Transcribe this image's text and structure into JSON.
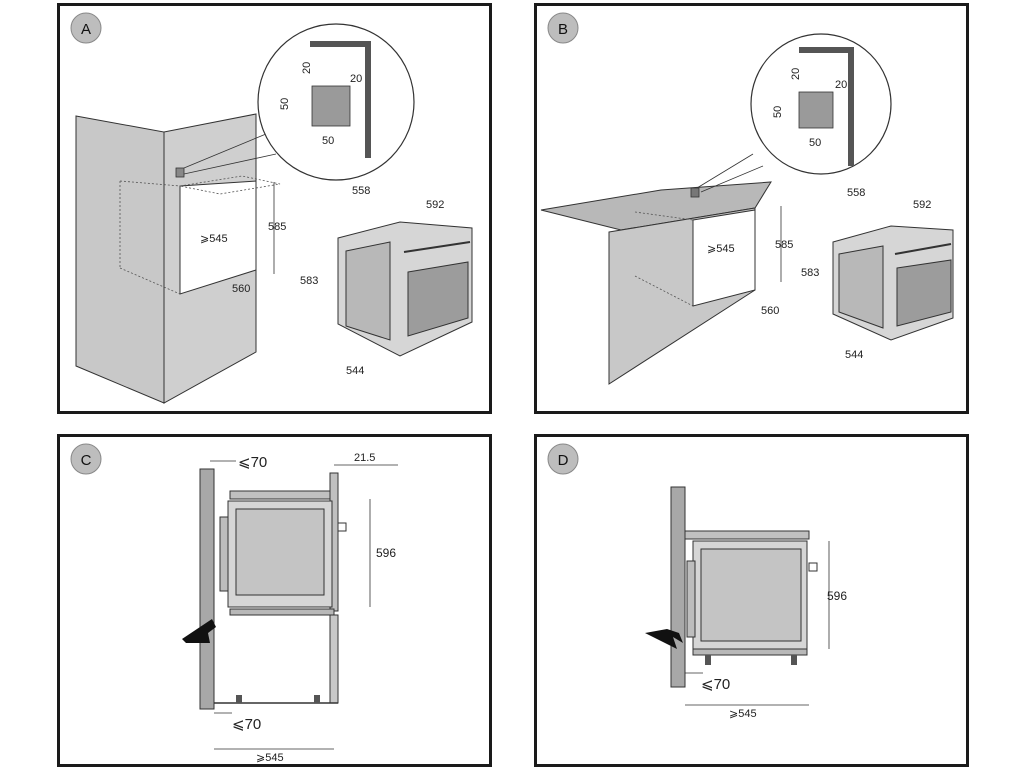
{
  "colors": {
    "wall": "#c8c8c8",
    "wall_dark": "#a8a8a8",
    "oven_body": "#d6d6d6",
    "oven_window": "#b8b8b8",
    "outline": "#333333",
    "badge": "#bdbdbd",
    "border": "#1a1a1a"
  },
  "panels": {
    "a": {
      "label": "A",
      "zoom": {
        "top": "20",
        "right": "20",
        "side": "50",
        "bottom": "50"
      },
      "niche": {
        "depth": "⩾545",
        "height": "585",
        "width": "560"
      },
      "oven": {
        "width": "558",
        "depth_top": "592",
        "height": "583",
        "depth_bottom": "544"
      }
    },
    "b": {
      "label": "B",
      "zoom": {
        "top": "20",
        "right": "20",
        "side": "50",
        "bottom": "50"
      },
      "niche": {
        "depth": "⩾545",
        "height": "585",
        "width": "560"
      },
      "oven": {
        "width": "558",
        "depth_top": "592",
        "height": "583",
        "depth_bottom": "544"
      }
    },
    "c": {
      "label": "C",
      "gap_top": "⩽70",
      "front": "21.5",
      "height": "596",
      "gap_bottom": "⩽70",
      "depth": "⩾545"
    },
    "d": {
      "label": "D",
      "height": "596",
      "gap": "⩽70",
      "depth": "⩾545"
    }
  }
}
